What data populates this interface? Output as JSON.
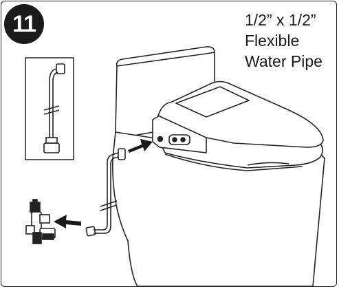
{
  "step": {
    "number": "11"
  },
  "caption": {
    "line1": "1/2” x 1/2”",
    "line2": "Flexible",
    "line3": "Water Pipe"
  }
}
